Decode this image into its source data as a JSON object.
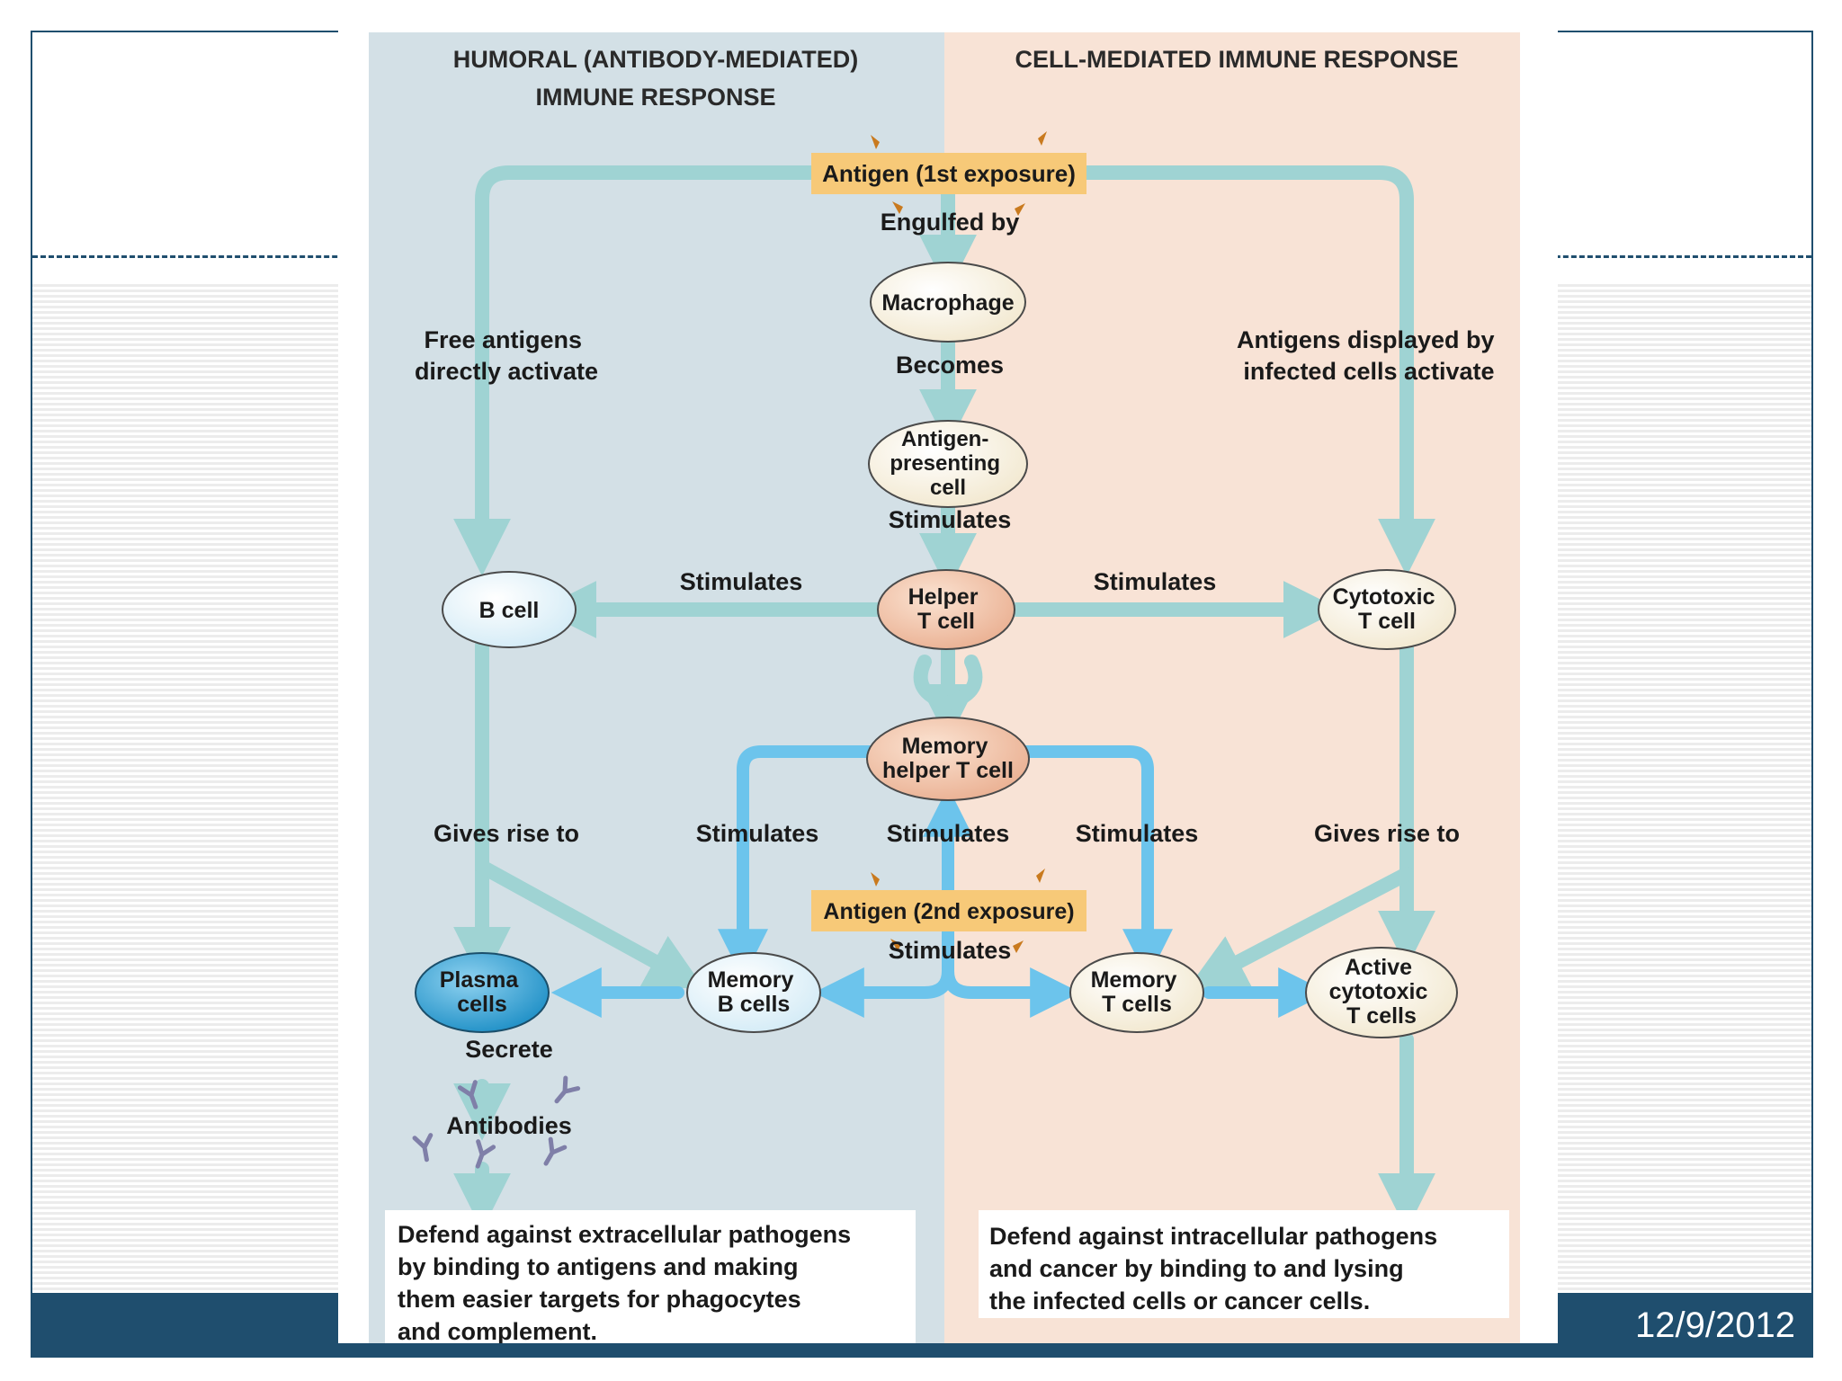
{
  "slide": {
    "date": "12/9/2012"
  },
  "diagram": {
    "headers": {
      "humoral_line1": "HUMORAL (ANTIBODY-MEDIATED)",
      "humoral_line2": "IMMUNE RESPONSE",
      "cell": "CELL-MEDIATED IMMUNE RESPONSE"
    },
    "antigen_first": "Antigen (1st exposure)",
    "antigen_second": "Antigen (2nd exposure)",
    "nodes": {
      "macrophage": [
        "Macrophage"
      ],
      "apc": [
        "Antigen-",
        "presenting",
        "cell"
      ],
      "helper_t": [
        "Helper",
        "T cell"
      ],
      "b_cell": [
        "B cell"
      ],
      "cytotoxic_t": [
        "Cytotoxic",
        "T cell"
      ],
      "memory_helper_t": [
        "Memory",
        "helper T cell"
      ],
      "plasma": [
        "Plasma",
        "cells"
      ],
      "memory_b": [
        "Memory",
        "B cells"
      ],
      "memory_t": [
        "Memory",
        "T cells"
      ],
      "active_cytotoxic": [
        "Active",
        "cytotoxic",
        "T cells"
      ]
    },
    "labels": {
      "engulfed_by": "Engulfed by",
      "becomes": "Becomes",
      "stimulates_apc": "Stimulates",
      "free_antigens": [
        "Free antigens",
        "directly activate"
      ],
      "displayed": [
        "Antigens displayed by",
        "infected cells activate"
      ],
      "stimulates_left": "Stimulates",
      "stimulates_right": "Stimulates",
      "gives_rise_left": "Gives rise to",
      "gives_rise_right": "Gives rise to",
      "stimulates_mem_left": "Stimulates",
      "stimulates_mem_center": "Stimulates",
      "stimulates_mem_right": "Stimulates",
      "stimulates_second": "Stimulates",
      "secrete": "Secrete",
      "antibodies": "Antibodies"
    },
    "outcomes": {
      "humoral": [
        "Defend against extracellular pathogens",
        "by binding to antigens and making",
        "them easier targets for phagocytes",
        "and complement."
      ],
      "cell": [
        "Defend against intracellular pathogens",
        "and cancer by binding to and lysing",
        "the infected cells or cancer cells."
      ]
    },
    "colors": {
      "humoral_bg": "#d3e0e6",
      "cell_bg": "#f8e3d6",
      "arrow_teal": "#9fd3d3",
      "arrow_blue": "#6cc4ec",
      "antigen_box": "#f7c978",
      "node_fill": "#f8f1df",
      "helper_fill": "#f2c4a8",
      "plasma_fill": "#3fa9d8",
      "bcell_fill": "#eaf5fb",
      "antibody": "#7f7fa8"
    }
  }
}
